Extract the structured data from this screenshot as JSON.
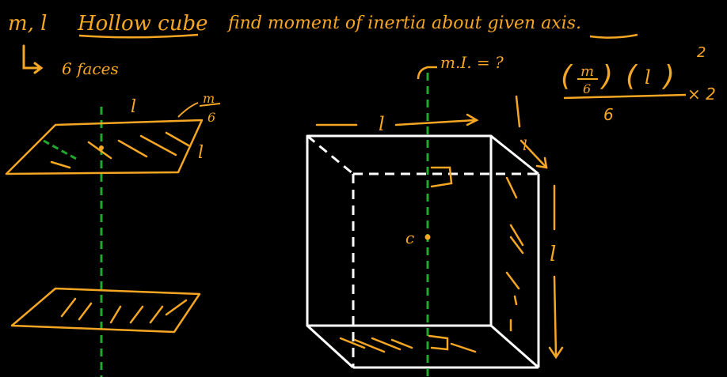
{
  "colors": {
    "background": "#000000",
    "ink": "#f5a623",
    "axis": "#1faa2e",
    "cube": "#ffffff"
  },
  "header": {
    "given": "m, l",
    "subject": "Hollow cube",
    "task": "find moment of inertia about given axis."
  },
  "note": {
    "faces": "6 faces"
  },
  "left_figure": {
    "side_top": "l",
    "side_right": "l",
    "face_mass_num": "m",
    "face_mass_den": "6"
  },
  "cube_figure": {
    "edge_top": "l",
    "edge_depth": "l",
    "edge_right": "l",
    "center_label": "c",
    "axis_question": "m.I. = ?"
  },
  "formula": {
    "mass_num": "m",
    "mass_den": "6",
    "length": "l",
    "exponent": "2",
    "denominator": "6",
    "multiplier": "× 2"
  }
}
